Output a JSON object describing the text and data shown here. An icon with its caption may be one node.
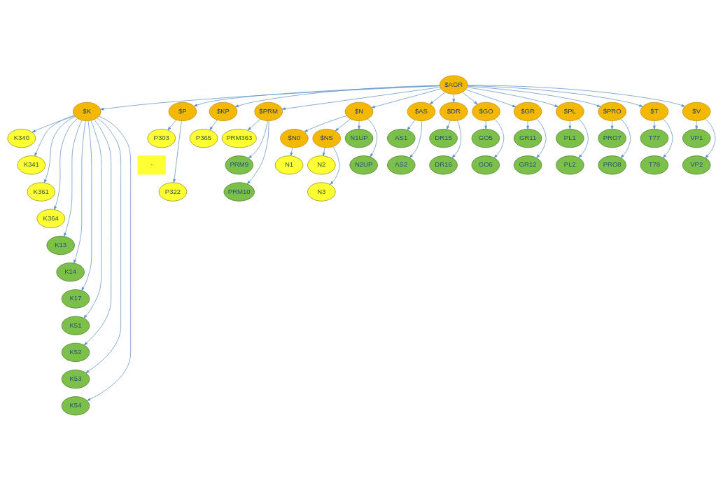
{
  "diagram": {
    "nodes": [
      {
        "text": [
          "$AGR"
        ]
      },
      {
        "text": [
          "$K"
        ]
      },
      {
        "text": [
          "$P"
        ]
      },
      {
        "text": [
          "$KP"
        ]
      },
      {
        "text": [
          "$PRM"
        ]
      },
      {
        "text": [
          "$N"
        ]
      },
      {
        "text": [
          "$AS"
        ]
      },
      {
        "text": [
          "$DR"
        ]
      },
      {
        "text": [
          "$GO"
        ]
      },
      {
        "text": [
          "$GR"
        ]
      },
      {
        "text": [
          "$PL"
        ]
      },
      {
        "text": [
          "$PRO"
        ]
      },
      {
        "text": [
          "$T"
        ]
      },
      {
        "text": [
          "$V"
        ]
      },
      {
        "text": [
          "$N0"
        ]
      },
      {
        "text": [
          "$NS"
        ]
      },
      {
        "text": [
          "P303"
        ]
      },
      {
        "text": [
          "-"
        ]
      },
      {
        "text": [
          "P322"
        ]
      },
      {
        "text": [
          "K340"
        ]
      },
      {
        "text": [
          "K341"
        ]
      },
      {
        "text": [
          "K361"
        ]
      },
      {
        "text": [
          "K364"
        ]
      },
      {
        "text": [
          "K13"
        ]
      },
      {
        "text": [
          "K14"
        ]
      },
      {
        "text": [
          "K17"
        ]
      },
      {
        "text": [
          "K51"
        ]
      },
      {
        "text": [
          "K52"
        ]
      },
      {
        "text": [
          "K53"
        ]
      },
      {
        "text": [
          "K54"
        ]
      },
      {
        "text": [
          "P365"
        ]
      },
      {
        "text": [
          "PRM363"
        ]
      },
      {
        "text": [
          "PRM9"
        ]
      },
      {
        "text": [
          "PRM10"
        ]
      },
      {
        "text": [
          "N1"
        ]
      },
      {
        "text": [
          "N1UP"
        ]
      },
      {
        "text": [
          "N2UP"
        ]
      },
      {
        "text": [
          "N2"
        ]
      },
      {
        "text": [
          "N3"
        ]
      },
      {
        "text": [
          "GO5"
        ]
      },
      {
        "text": [
          "GO6"
        ]
      },
      {
        "text": [
          "GR11"
        ]
      },
      {
        "text": [
          "GR12"
        ]
      },
      {
        "text": [
          "DR15"
        ]
      },
      {
        "text": [
          "DR16"
        ]
      },
      {
        "text": [
          "PL1"
        ]
      },
      {
        "text": [
          "PL2"
        ]
      },
      {
        "text": [
          "PRO7"
        ]
      },
      {
        "text": [
          "PRO8"
        ]
      },
      {
        "text": [
          "AS1"
        ]
      },
      {
        "text": [
          "AS2"
        ]
      },
      {
        "text": [
          "T77"
        ]
      },
      {
        "text": [
          "T78"
        ]
      },
      {
        "text": [
          "VP1"
        ]
      },
      {
        "text": [
          "VP2"
        ]
      }
    ],
    "edges": [
      {
        "from": 0,
        "to": 1,
        "arrow": "to"
      },
      {
        "from": 0,
        "to": 2,
        "arrow": "to"
      },
      {
        "from": 0,
        "to": 3,
        "arrow": "to"
      },
      {
        "from": 0,
        "to": 4,
        "arrow": "to"
      },
      {
        "from": 0,
        "to": 5,
        "arrow": "to"
      },
      {
        "from": 0,
        "to": 6,
        "arrow": "to"
      },
      {
        "from": 0,
        "to": 7,
        "arrow": "to"
      },
      {
        "from": 0,
        "to": 8,
        "arrow": "to"
      },
      {
        "from": 0,
        "to": 9,
        "arrow": "to"
      },
      {
        "from": 0,
        "to": 10,
        "arrow": "to"
      },
      {
        "from": 0,
        "to": 11,
        "arrow": "to"
      },
      {
        "from": 0,
        "to": 12,
        "arrow": "to"
      },
      {
        "from": 0,
        "to": 13,
        "arrow": "to"
      },
      {
        "from": 1,
        "to": 19,
        "arrow": "to"
      },
      {
        "from": 1,
        "to": 20,
        "arrow": "to"
      },
      {
        "from": 1,
        "to": 21,
        "arrow": "to"
      },
      {
        "from": 1,
        "to": 22,
        "arrow": "to"
      },
      {
        "from": 1,
        "to": 23,
        "arrow": "to"
      },
      {
        "from": 1,
        "to": 24,
        "arrow": "to"
      },
      {
        "from": 1,
        "to": 25,
        "arrow": "to"
      },
      {
        "from": 1,
        "to": 26,
        "arrow": "to"
      },
      {
        "from": 1,
        "to": 27,
        "arrow": "to"
      },
      {
        "from": 1,
        "to": 28,
        "arrow": "to"
      },
      {
        "from": 1,
        "to": 29,
        "arrow": "to"
      },
      {
        "from": 2,
        "to": 16,
        "arrow": "to"
      },
      {
        "from": 2,
        "to": 18,
        "arrow": "to"
      },
      {
        "from": 3,
        "to": 30,
        "arrow": "to"
      },
      {
        "from": 4,
        "to": 31,
        "arrow": "to"
      },
      {
        "from": 4,
        "to": 32,
        "arrow": "to"
      },
      {
        "from": 4,
        "to": 33,
        "arrow": "to"
      },
      {
        "from": 5,
        "to": 14,
        "arrow": "to"
      },
      {
        "from": 5,
        "to": 15,
        "arrow": "to"
      },
      {
        "from": 5,
        "to": 35,
        "arrow": "to"
      },
      {
        "from": 5,
        "to": 36,
        "arrow": "to"
      },
      {
        "from": 14,
        "to": 34,
        "arrow": "to"
      },
      {
        "from": 15,
        "to": 37,
        "arrow": "to"
      },
      {
        "from": 15,
        "to": 38,
        "arrow": "to"
      },
      {
        "from": 6,
        "to": 49,
        "arrow": "to"
      },
      {
        "from": 6,
        "to": 50,
        "arrow": "to"
      },
      {
        "from": 7,
        "to": 43,
        "arrow": "to"
      },
      {
        "from": 7,
        "to": 44,
        "arrow": "to"
      },
      {
        "from": 8,
        "to": 39,
        "arrow": "to"
      },
      {
        "from": 8,
        "to": 40,
        "arrow": "to"
      },
      {
        "from": 9,
        "to": 41,
        "arrow": "to"
      },
      {
        "from": 9,
        "to": 42,
        "arrow": "to"
      },
      {
        "from": 10,
        "to": 45,
        "arrow": "to"
      },
      {
        "from": 10,
        "to": 46,
        "arrow": "to"
      },
      {
        "from": 11,
        "to": 47,
        "arrow": "to"
      },
      {
        "from": 11,
        "to": 48,
        "arrow": "to"
      },
      {
        "from": 12,
        "to": 51,
        "arrow": "to"
      },
      {
        "from": 12,
        "to": 52,
        "arrow": "to"
      },
      {
        "from": 13,
        "to": 53,
        "arrow": "to"
      },
      {
        "from": 13,
        "to": 54,
        "arrow": "to"
      }
    ]
  }
}
